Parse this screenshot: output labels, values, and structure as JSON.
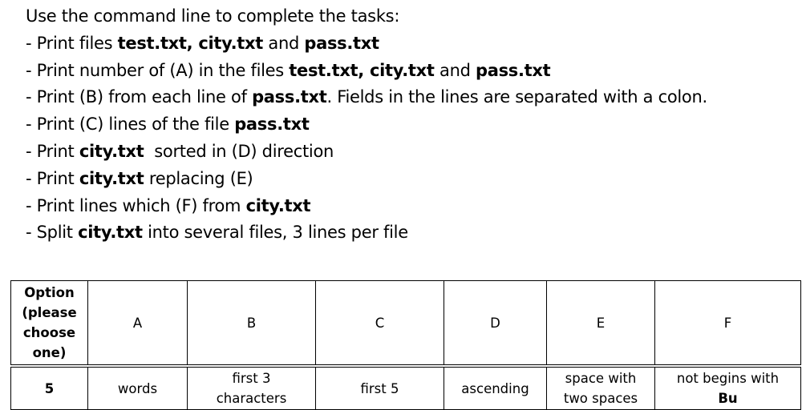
{
  "instructions": {
    "intro": "Use the command line to complete the tasks:",
    "tasks": [
      [
        "- Print files ",
        "test.txt, city.txt",
        " and ",
        "pass.txt",
        ""
      ],
      [
        "- Print number of (A) in the files ",
        "test.txt, city.txt",
        " and ",
        "pass.txt",
        ""
      ],
      [
        "- Print (B) from each line of ",
        "pass.txt",
        ". Fields in the lines are separated with a colon.",
        "",
        ""
      ],
      [
        "- Print (C) lines of the file ",
        "pass.txt",
        "",
        "",
        ""
      ],
      [
        "- Print ",
        "city.txt",
        "  sorted in (D) direction",
        "",
        ""
      ],
      [
        "- Print ",
        "city.txt",
        " replacing (E)",
        "",
        ""
      ],
      [
        "- Print lines which (F) from ",
        "city.txt",
        "",
        "",
        ""
      ],
      [
        "- Split ",
        "city.txt",
        " into several files, 3 lines per file",
        "",
        ""
      ]
    ]
  },
  "table": {
    "header": {
      "option_lines": [
        "Option",
        "(please",
        "choose",
        "one)"
      ],
      "columns": [
        "A",
        "B",
        "C",
        "D",
        "E",
        "F"
      ]
    },
    "row": {
      "option": "5",
      "a": "words",
      "b_lines": [
        "first 3",
        "characters"
      ],
      "c": "first 5",
      "d": "ascending",
      "e_lines": [
        "space with",
        "two spaces"
      ],
      "f_lines": [
        "not begins with",
        "Bu"
      ]
    }
  }
}
